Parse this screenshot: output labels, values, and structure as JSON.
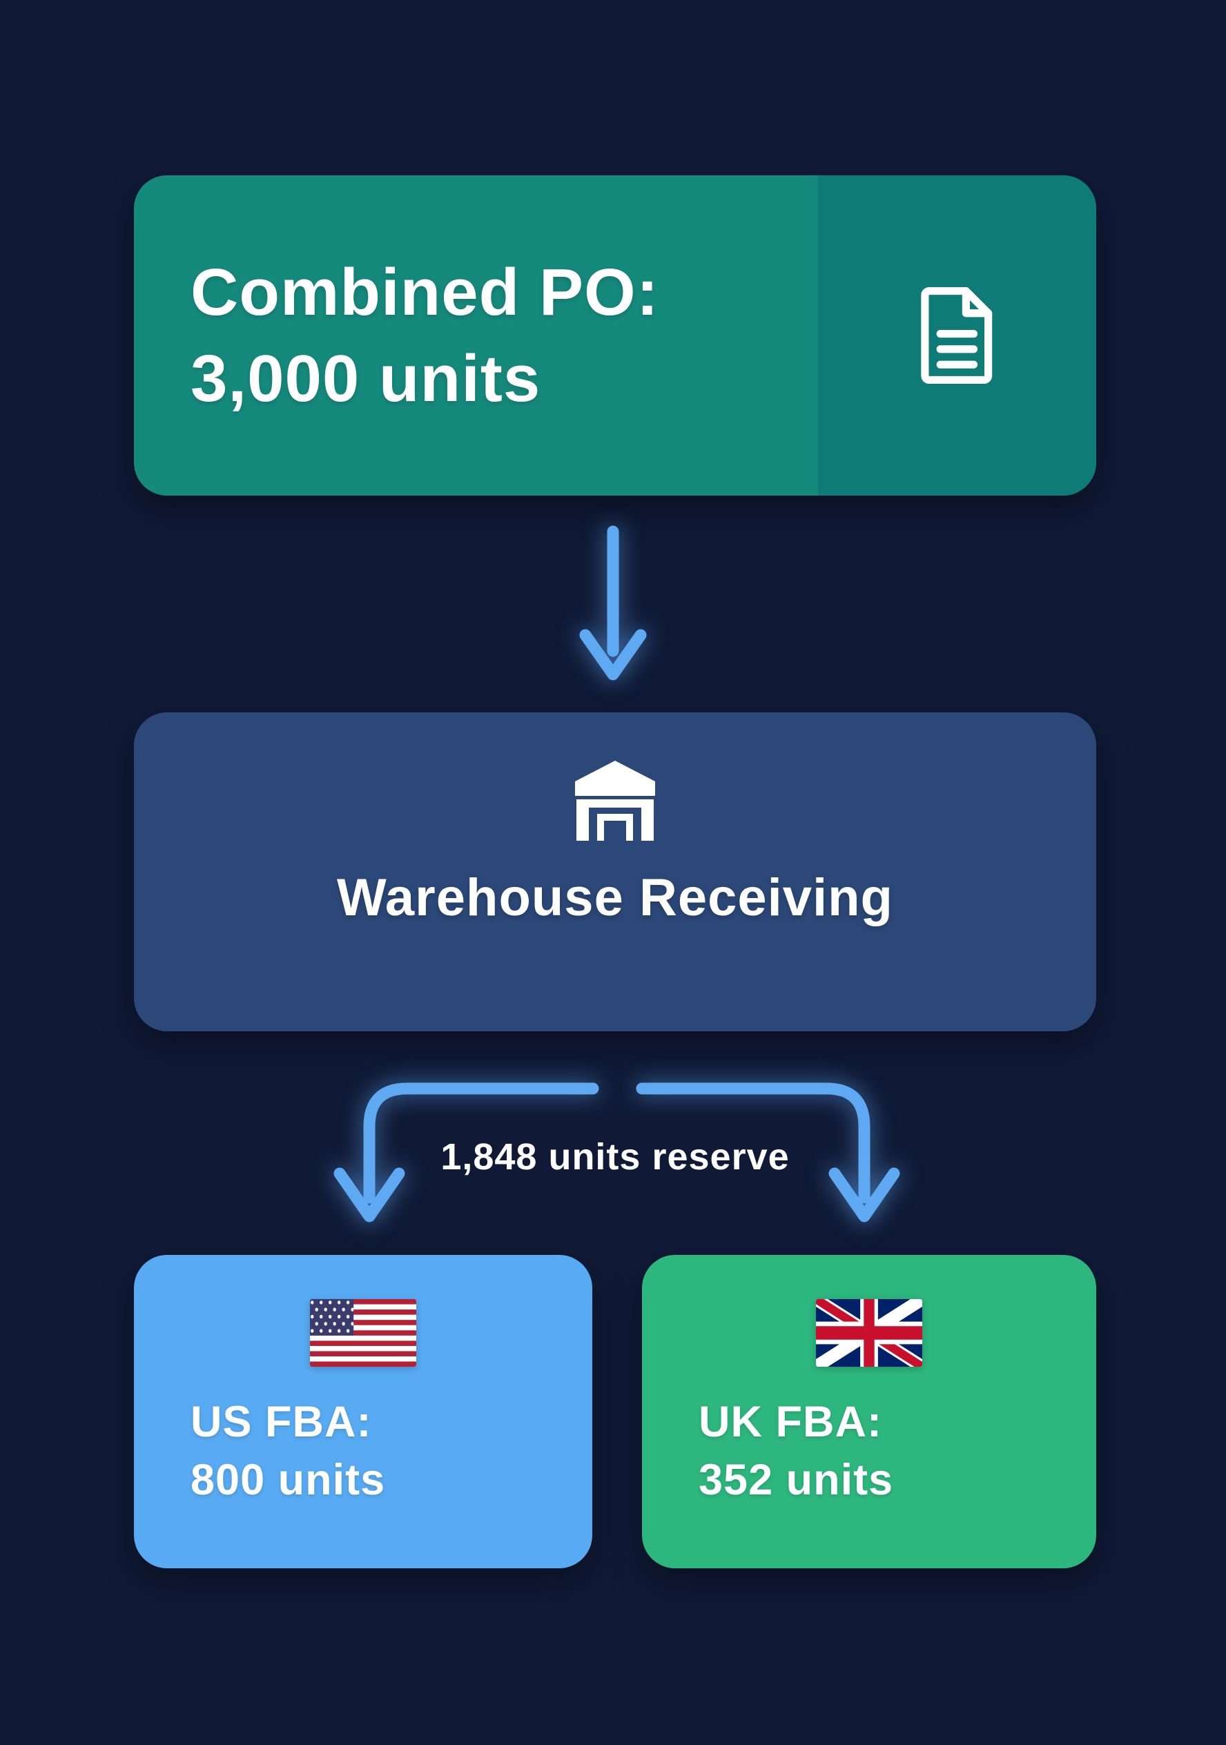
{
  "colors": {
    "bg": "#101A36",
    "teal": "#16897D",
    "teal_dark": "#0E7B77",
    "navy": "#2C4878",
    "arrow": "#5FA8F2",
    "us": "#58AAF3",
    "uk": "#2DB67E",
    "text": "#FFFFFF"
  },
  "po_card": {
    "title_line1": "Combined PO:",
    "title_line2": "3,000 units",
    "icon": "document-icon"
  },
  "flow": {
    "reserve_label": "1,848 units reserve"
  },
  "warehouse_card": {
    "label": "Warehouse Receiving",
    "icon": "warehouse-icon"
  },
  "us_card": {
    "line1": "US FBA:",
    "line2": "800 units",
    "flag": "us-flag"
  },
  "uk_card": {
    "line1": "UK FBA:",
    "line2": "352 units",
    "flag": "uk-flag"
  }
}
